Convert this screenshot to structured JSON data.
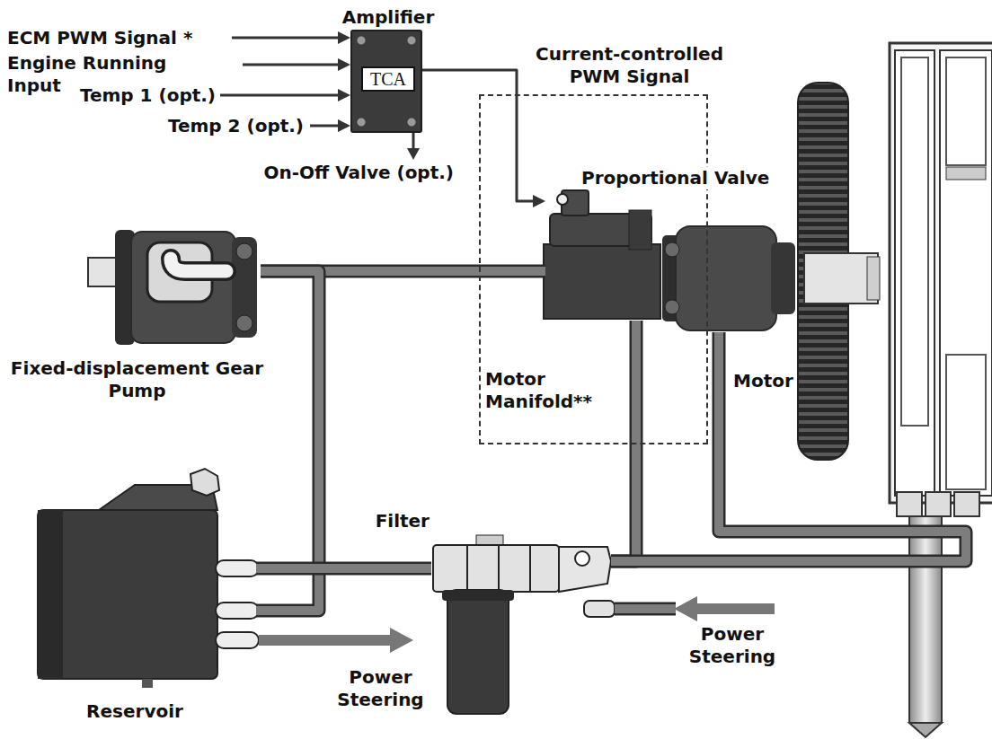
{
  "diagram": {
    "nodes": [
      {
        "text": [
          "Amplifier",
          "TCA"
        ]
      },
      {
        "text": [
          "Motor Manifold**"
        ]
      },
      {
        "text": [
          "Proportional Valve"
        ],
        "in": 1
      },
      {
        "text": [
          "Fixed-displacement Gear Pump"
        ]
      },
      {
        "text": [
          "Motor"
        ]
      },
      {
        "text": [
          "Reservoir"
        ]
      },
      {
        "text": [
          "Filter"
        ]
      }
    ],
    "edges": [
      {
        "from": 0,
        "to": 2,
        "label": "Current-controlled PWM Signal",
        "arrow": "to"
      },
      {
        "from": 3,
        "to": 2,
        "arrow": "none"
      },
      {
        "from": 5,
        "to": 3,
        "arrow": "none"
      },
      {
        "from": 2,
        "to": 6,
        "arrow": "none"
      },
      {
        "from": 4,
        "to": 6,
        "arrow": "none"
      },
      {
        "from": 6,
        "to": 5,
        "arrow": "none"
      }
    ],
    "labels": [
      "ECM PWM Signal *",
      "Engine Running Input",
      "Temp 1 (opt.)",
      "Temp 2 (opt.)",
      "On-Off Valve (opt.)",
      "Power Steering",
      "Power Steering"
    ]
  }
}
